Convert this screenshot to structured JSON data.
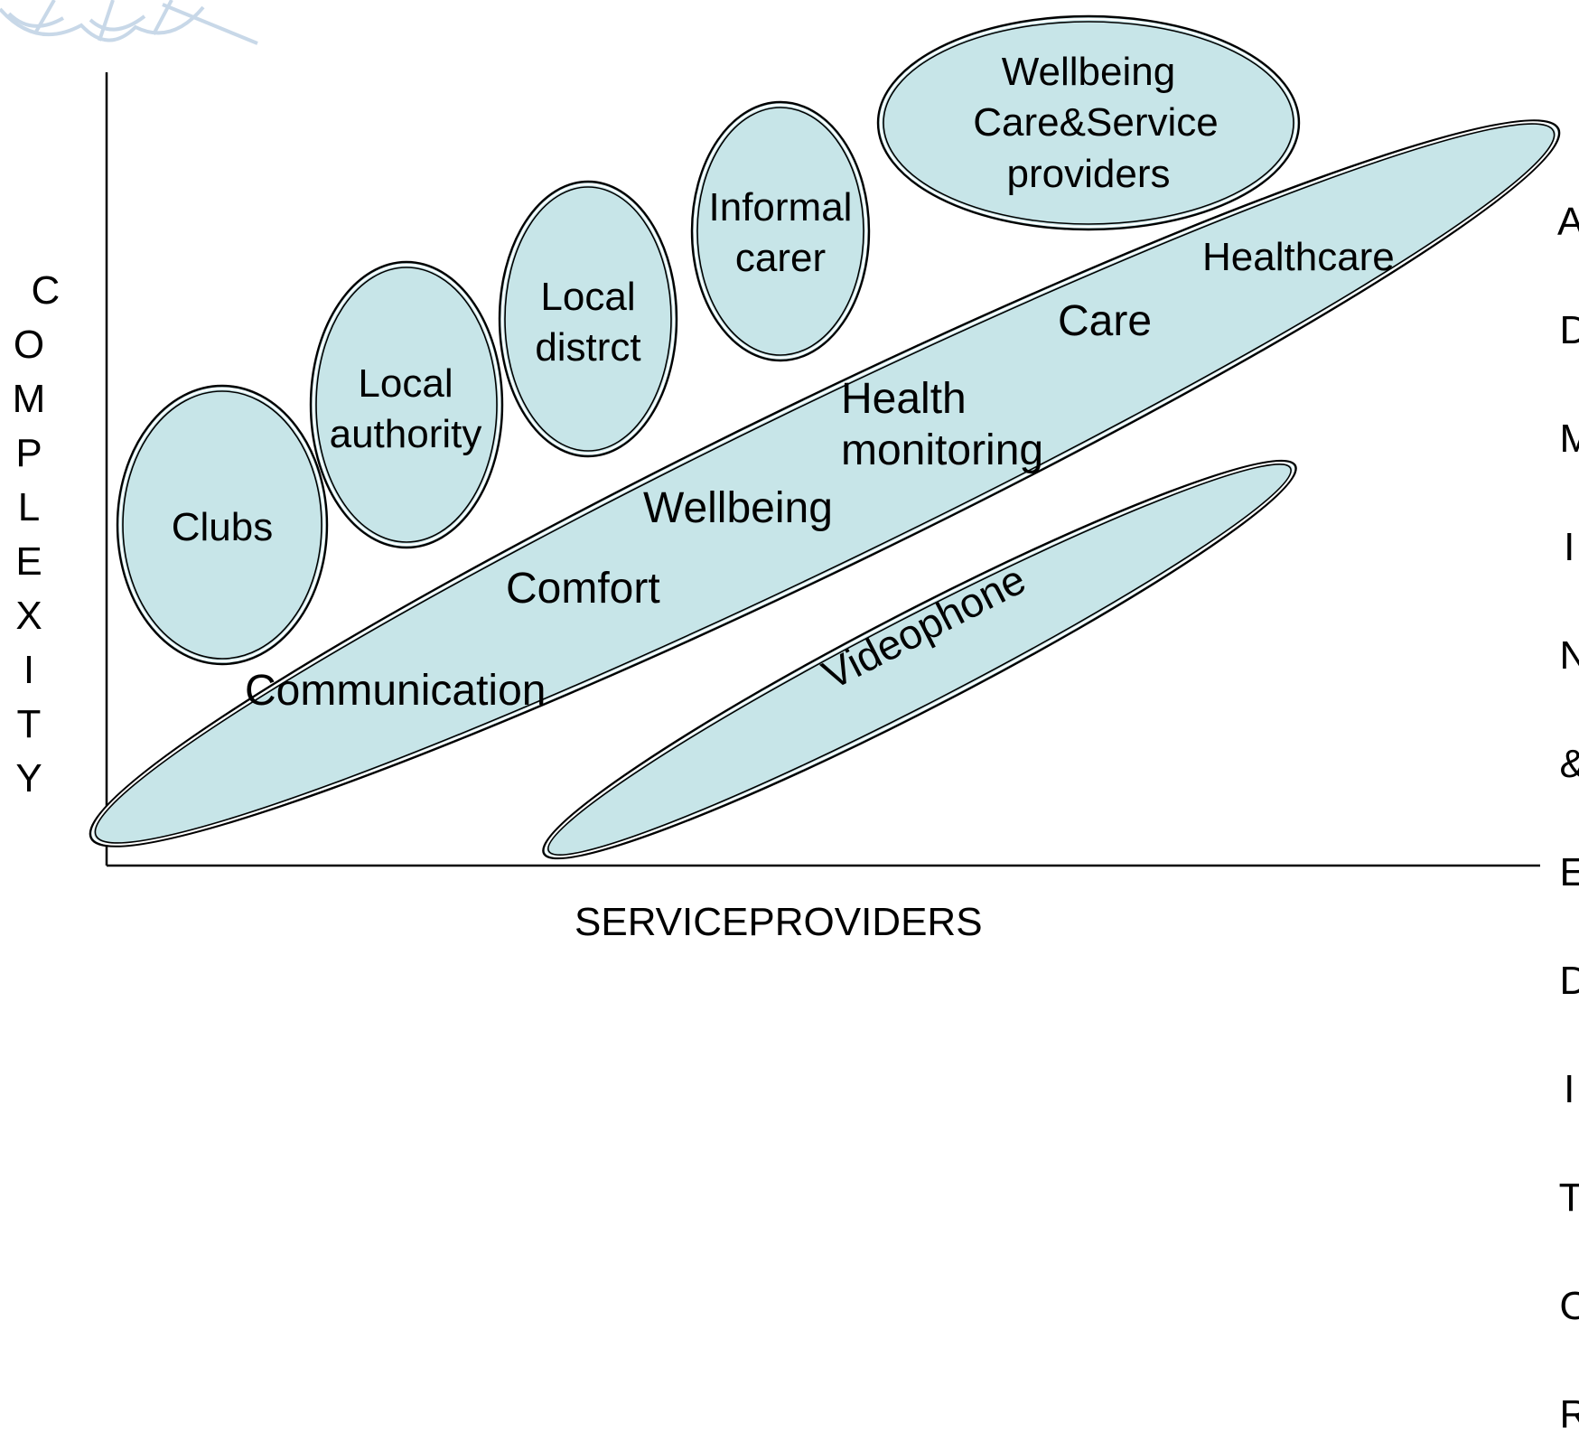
{
  "axes": {
    "y_left_label": "COMPLEXITY",
    "y_right_label_lines": [
      "A",
      "D",
      "M",
      "I",
      "N.",
      "&",
      "E",
      "D",
      "I",
      "T",
      "O",
      "R"
    ],
    "x_label": "SERVICEPROVIDERS"
  },
  "bubbles": {
    "clubs": "Clubs",
    "local_authority": [
      "Local",
      "authority"
    ],
    "local_district": [
      "Local",
      "distrct"
    ],
    "informal_carer": [
      "Informal",
      "carer"
    ],
    "wellbeing_providers": [
      "Wellbeing",
      "Care&Service",
      "providers"
    ]
  },
  "main_band": {
    "labels": {
      "communication": "Communication",
      "comfort": "Comfort",
      "wellbeing": "Wellbeing",
      "health_monitoring": [
        "Health",
        "monitoring"
      ],
      "care": "Care",
      "healthcare": "Healthcare"
    }
  },
  "videophone": "Videophone",
  "colors": {
    "bubble_fill": "#c7e5e8",
    "outline": "#000000",
    "logo": "#c8d8e8"
  }
}
